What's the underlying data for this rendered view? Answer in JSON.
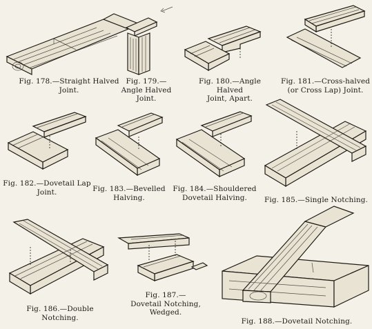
{
  "figures": [
    {
      "id": "178",
      "caption": "Fig. 178.—Straight Halved\nJoint."
    },
    {
      "id": "179",
      "caption": "Fig. 179.—\nAngle Halved\nJoint."
    },
    {
      "id": "180",
      "caption": "Fig. 180.—Angle Halved\nJoint, Apart."
    },
    {
      "id": "181",
      "caption": "Fig. 181.—Cross-halved\n(or Cross Lap) Joint."
    },
    {
      "id": "182",
      "caption": "Fig. 182.—Dovetail Lap\nJoint."
    },
    {
      "id": "183",
      "caption": "Fig. 183.—Bevelled\nHalving."
    },
    {
      "id": "184",
      "caption": "Fig. 184.—Shouldered\nDovetail Halving."
    },
    {
      "id": "185",
      "caption": "Fig. 185.—Single Notching."
    },
    {
      "id": "186",
      "caption": "Fig. 186.—Double Notching."
    },
    {
      "id": "187",
      "caption": "Fig. 187.—\nDovetail Notching,\nWedged."
    },
    {
      "id": "188",
      "caption": "Fig. 188.—Dovetail Notching."
    }
  ]
}
